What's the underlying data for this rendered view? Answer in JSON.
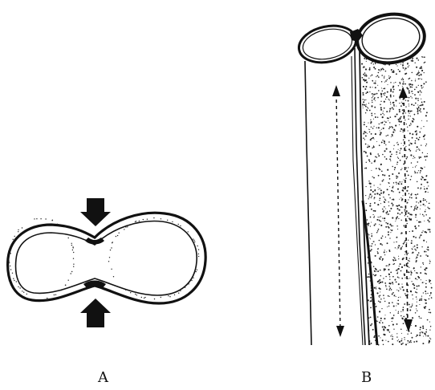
{
  "figure": {
    "panels": [
      {
        "id": "A",
        "label": "A"
      },
      {
        "id": "B",
        "label": "B"
      }
    ],
    "colors": {
      "ink": "#111111",
      "paper": "#ffffff",
      "stipple": "#222222"
    }
  }
}
